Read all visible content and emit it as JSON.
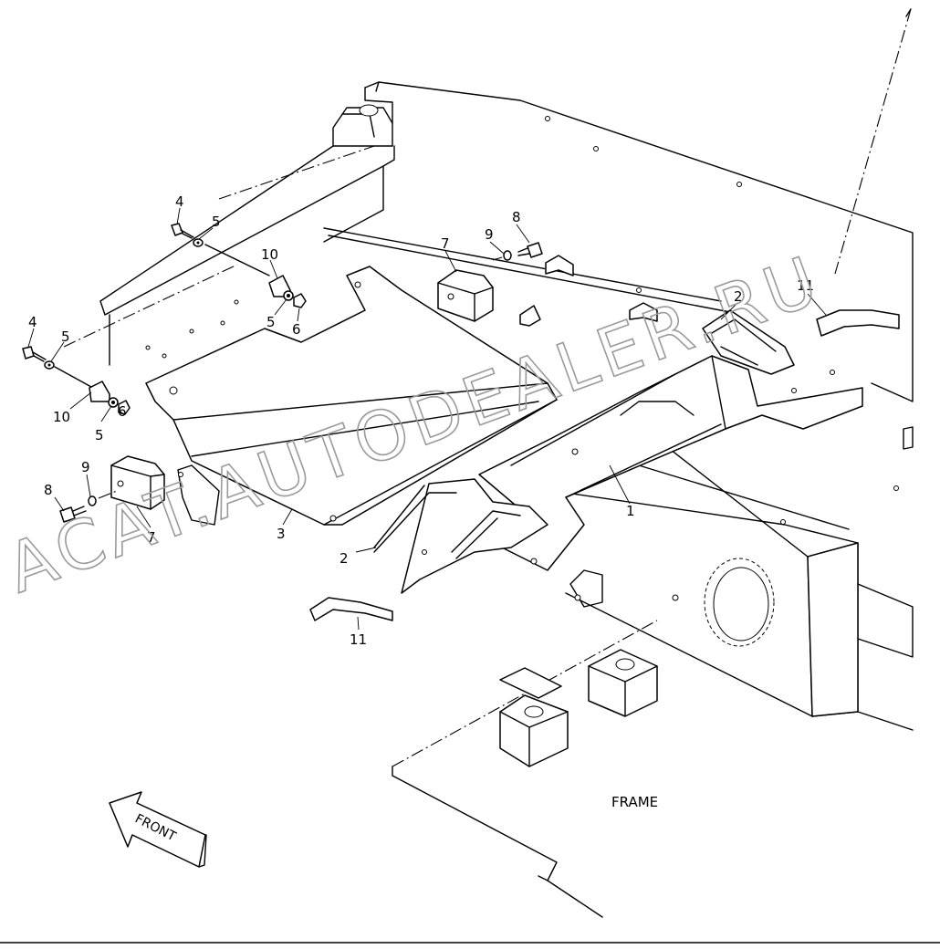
{
  "callouts": {
    "c1": "1",
    "c2a": "2",
    "c2b": "2",
    "c3": "3",
    "c4a": "4",
    "c4b": "4",
    "c5a": "5",
    "c5b": "5",
    "c5c": "5",
    "c5d": "5",
    "c6a": "6",
    "c6b": "6",
    "c7a": "7",
    "c7b": "7",
    "c8a": "8",
    "c8b": "8",
    "c9a": "9",
    "c9b": "9",
    "c10a": "10",
    "c10b": "10",
    "c11a": "11",
    "c11b": "11"
  },
  "labels": {
    "frame": "FRAME",
    "front": "FRONT"
  },
  "watermark": {
    "text": "ACAT.AUTODEALER.RU"
  }
}
